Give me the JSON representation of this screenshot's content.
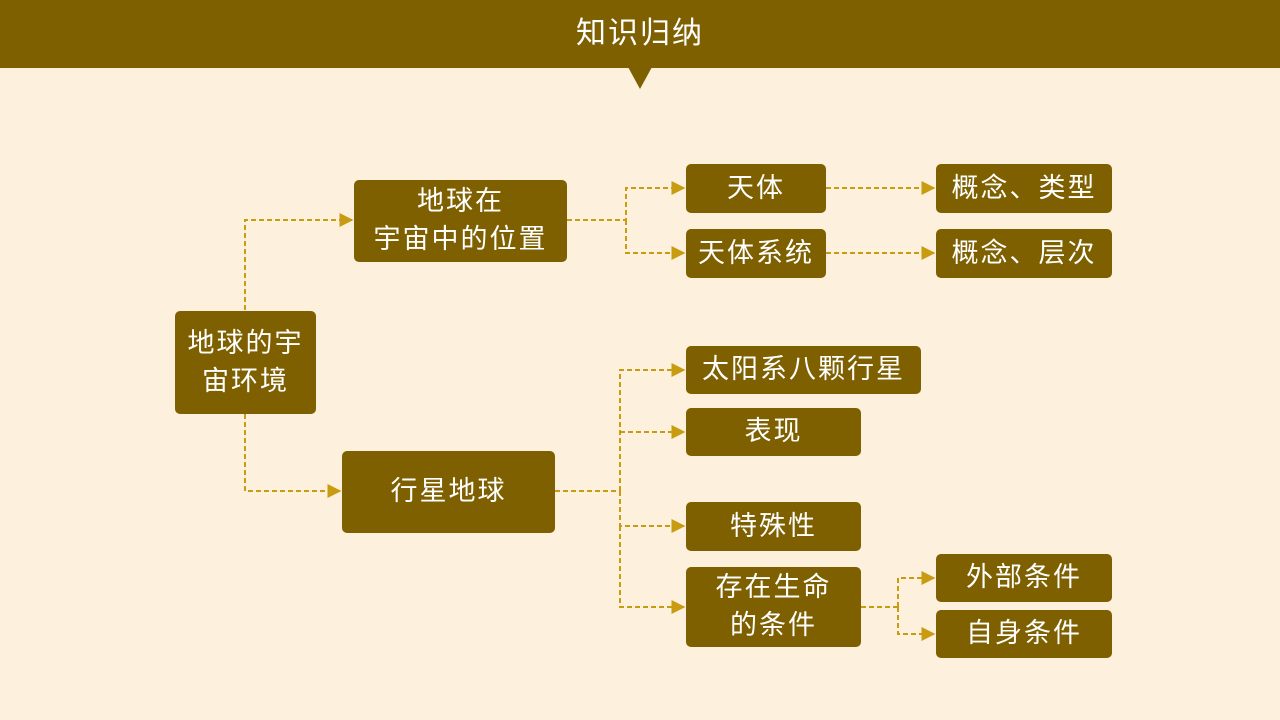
{
  "header": {
    "title": "知识归纳"
  },
  "colors": {
    "accent": "#7E6000",
    "background": "#FDF1DE",
    "connector": "#C89B10"
  },
  "nodes": {
    "root": {
      "line1": "地球的宇",
      "line2": "宙环境"
    },
    "position": {
      "line1": "地球在",
      "line2": "宇宙中的位置"
    },
    "celestial_body": {
      "label": "天体"
    },
    "celestial_body_detail": {
      "label": "概念、类型"
    },
    "celestial_system": {
      "label": "天体系统"
    },
    "celestial_system_detail": {
      "label": "概念、层次"
    },
    "planet_earth": {
      "label": "行星地球"
    },
    "eight_planets": {
      "label": "太阳系八颗行星"
    },
    "appearance": {
      "label": "表现"
    },
    "particularity": {
      "label": "特殊性"
    },
    "life_conditions": {
      "line1": "存在生命",
      "line2": "的条件"
    },
    "external_conditions": {
      "label": "外部条件"
    },
    "internal_conditions": {
      "label": "自身条件"
    }
  }
}
